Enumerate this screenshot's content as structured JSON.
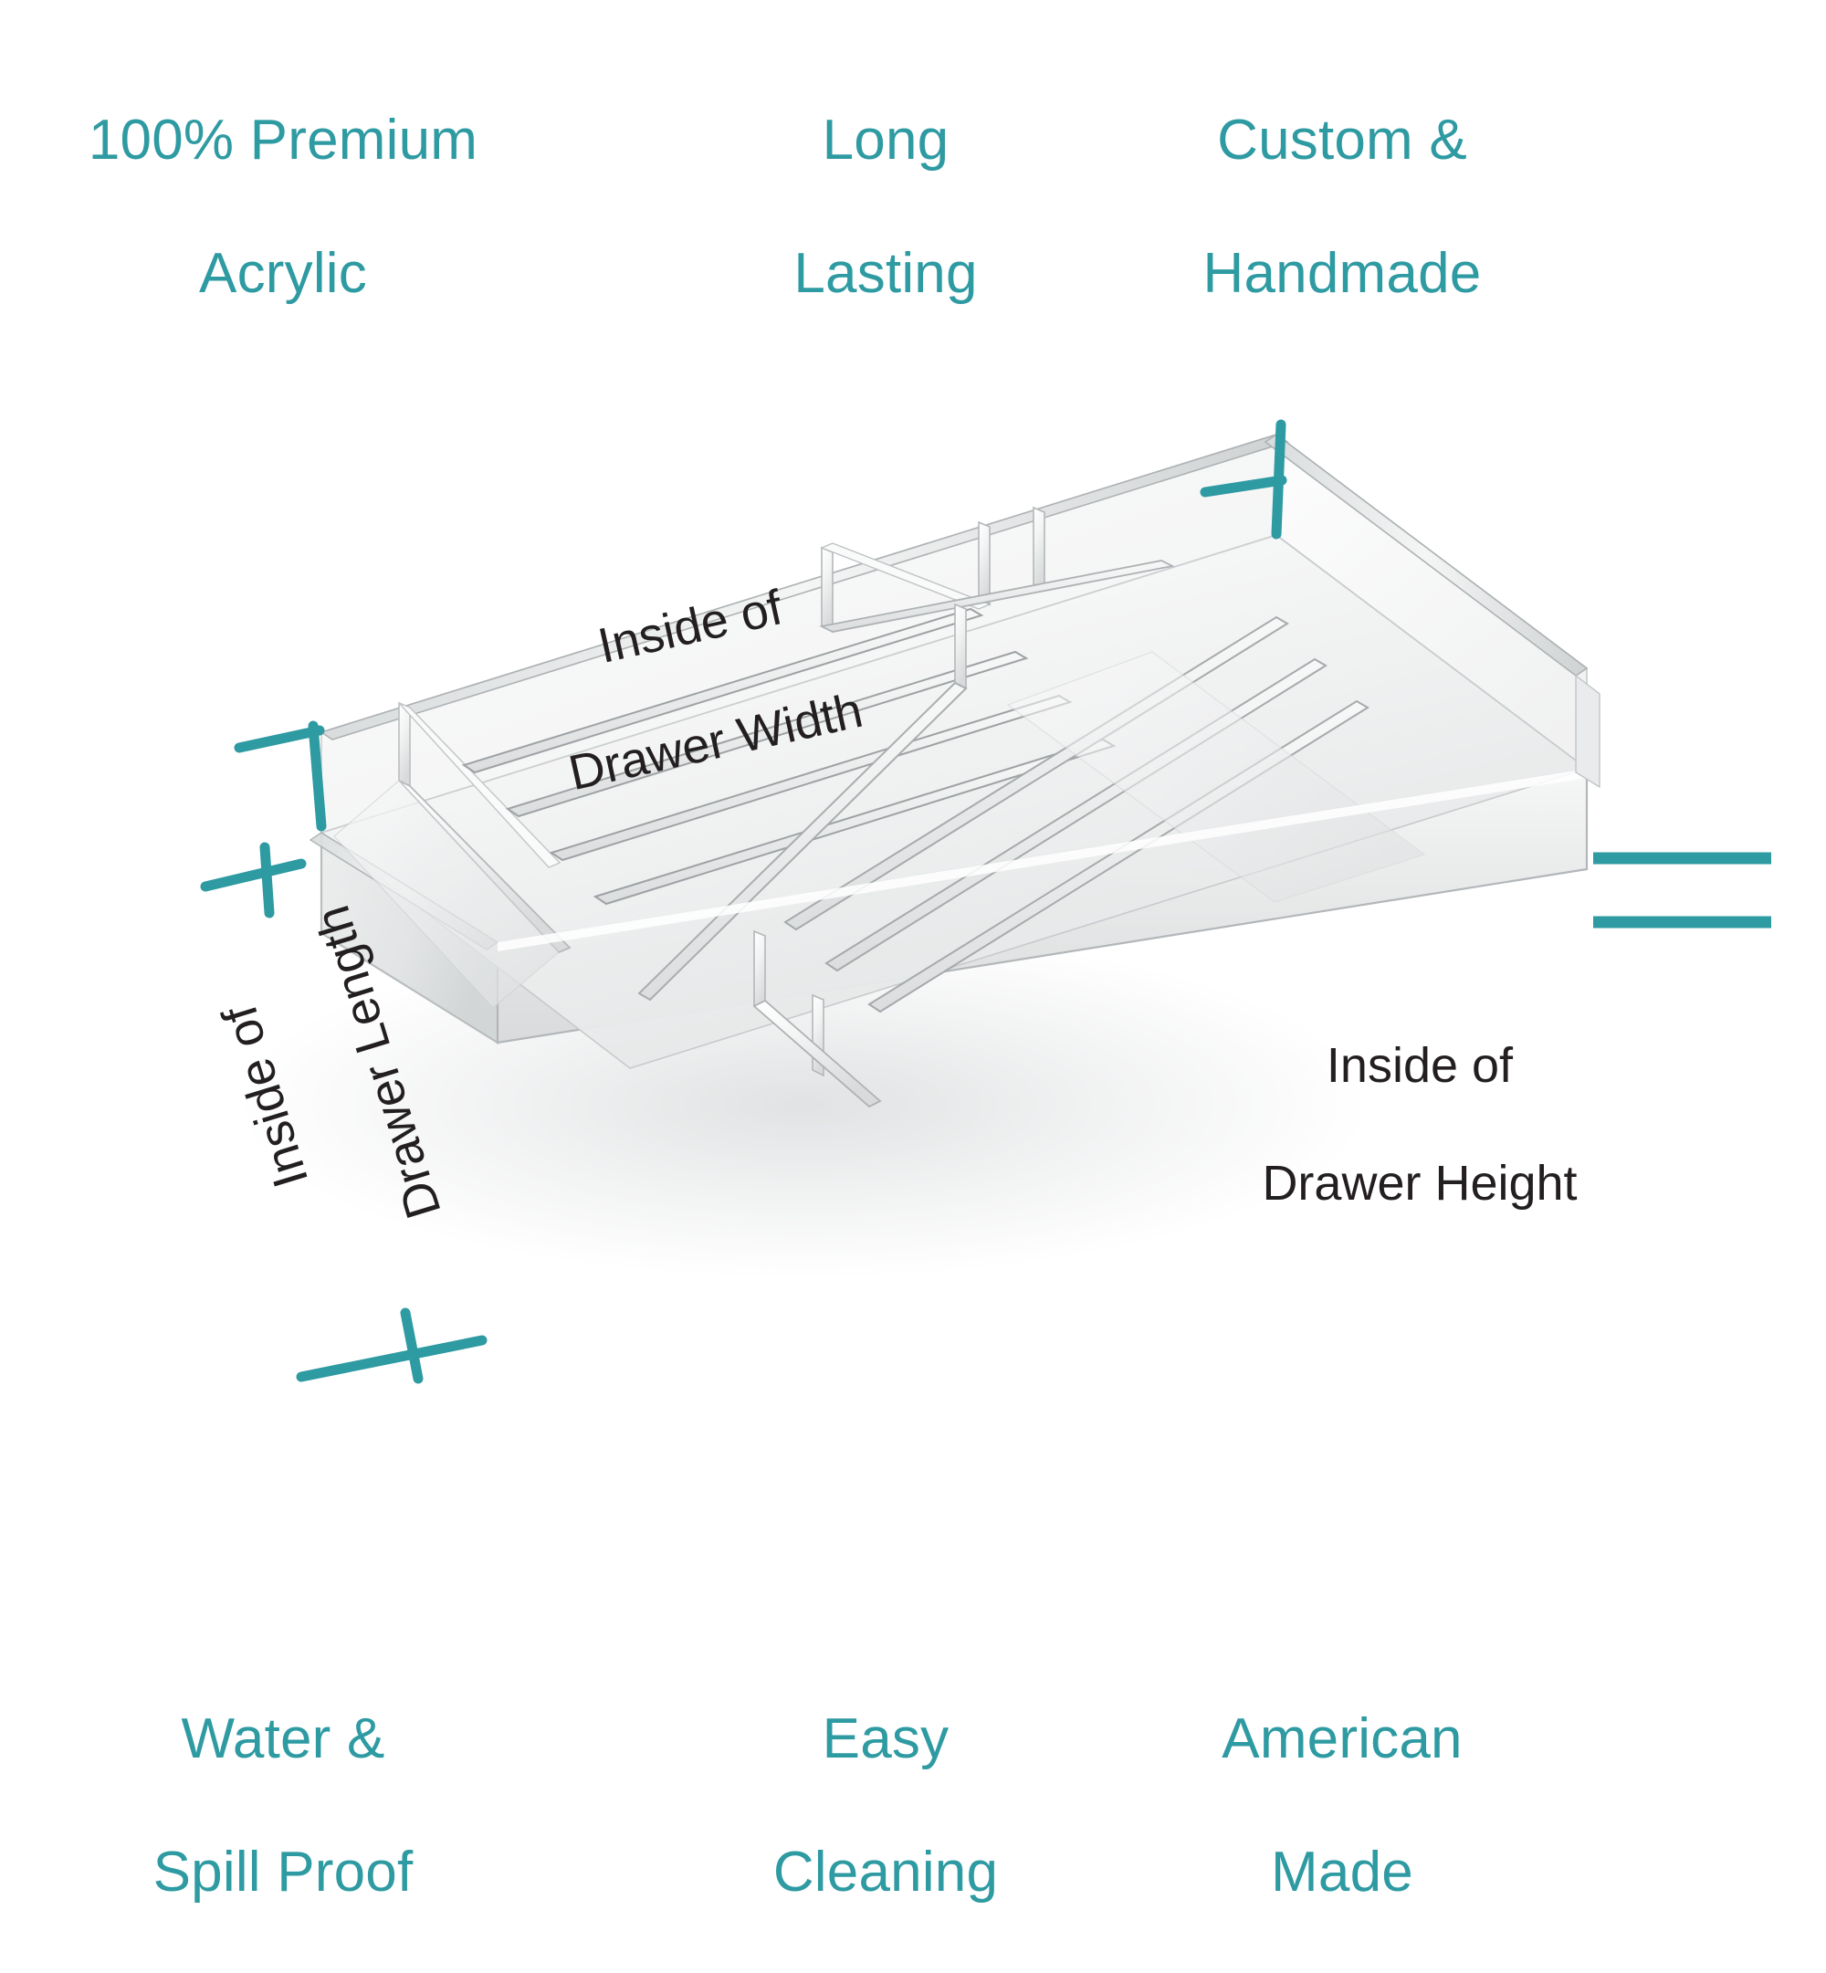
{
  "accent_color": "#2e9aa2",
  "label_color": "#231f20",
  "background_color": "#ffffff",
  "features": {
    "top_left": {
      "line1": "100% Premium",
      "line2": "Acrylic"
    },
    "top_middle": {
      "line1": "Long",
      "line2": "Lasting"
    },
    "top_right": {
      "line1": "Custom &",
      "line2": "Handmade"
    },
    "bottom_left": {
      "line1": "Water &",
      "line2": "Spill Proof"
    },
    "bottom_middle": {
      "line1": "Easy",
      "line2": "Cleaning"
    },
    "bottom_right": {
      "line1": "American",
      "line2": "Made"
    }
  },
  "dimensions": {
    "width": {
      "line1": "Inside of",
      "line2": "Drawer Width"
    },
    "height": {
      "line1": "Inside of",
      "line2": "Drawer Height"
    },
    "length": {
      "line1": "Inside of",
      "line2": "Drawer Length"
    }
  },
  "product": {
    "name": "acrylic-drawer-organizer-tray",
    "material": "clear acrylic",
    "view": "isometric"
  },
  "markers": {
    "width_marker": "dimension-tick-top-right",
    "length_marker_top": "dimension-tick-left-upper",
    "length_marker_bottom": "dimension-tick-left-lower",
    "height_marker": "dimension-tick-right-pair"
  }
}
